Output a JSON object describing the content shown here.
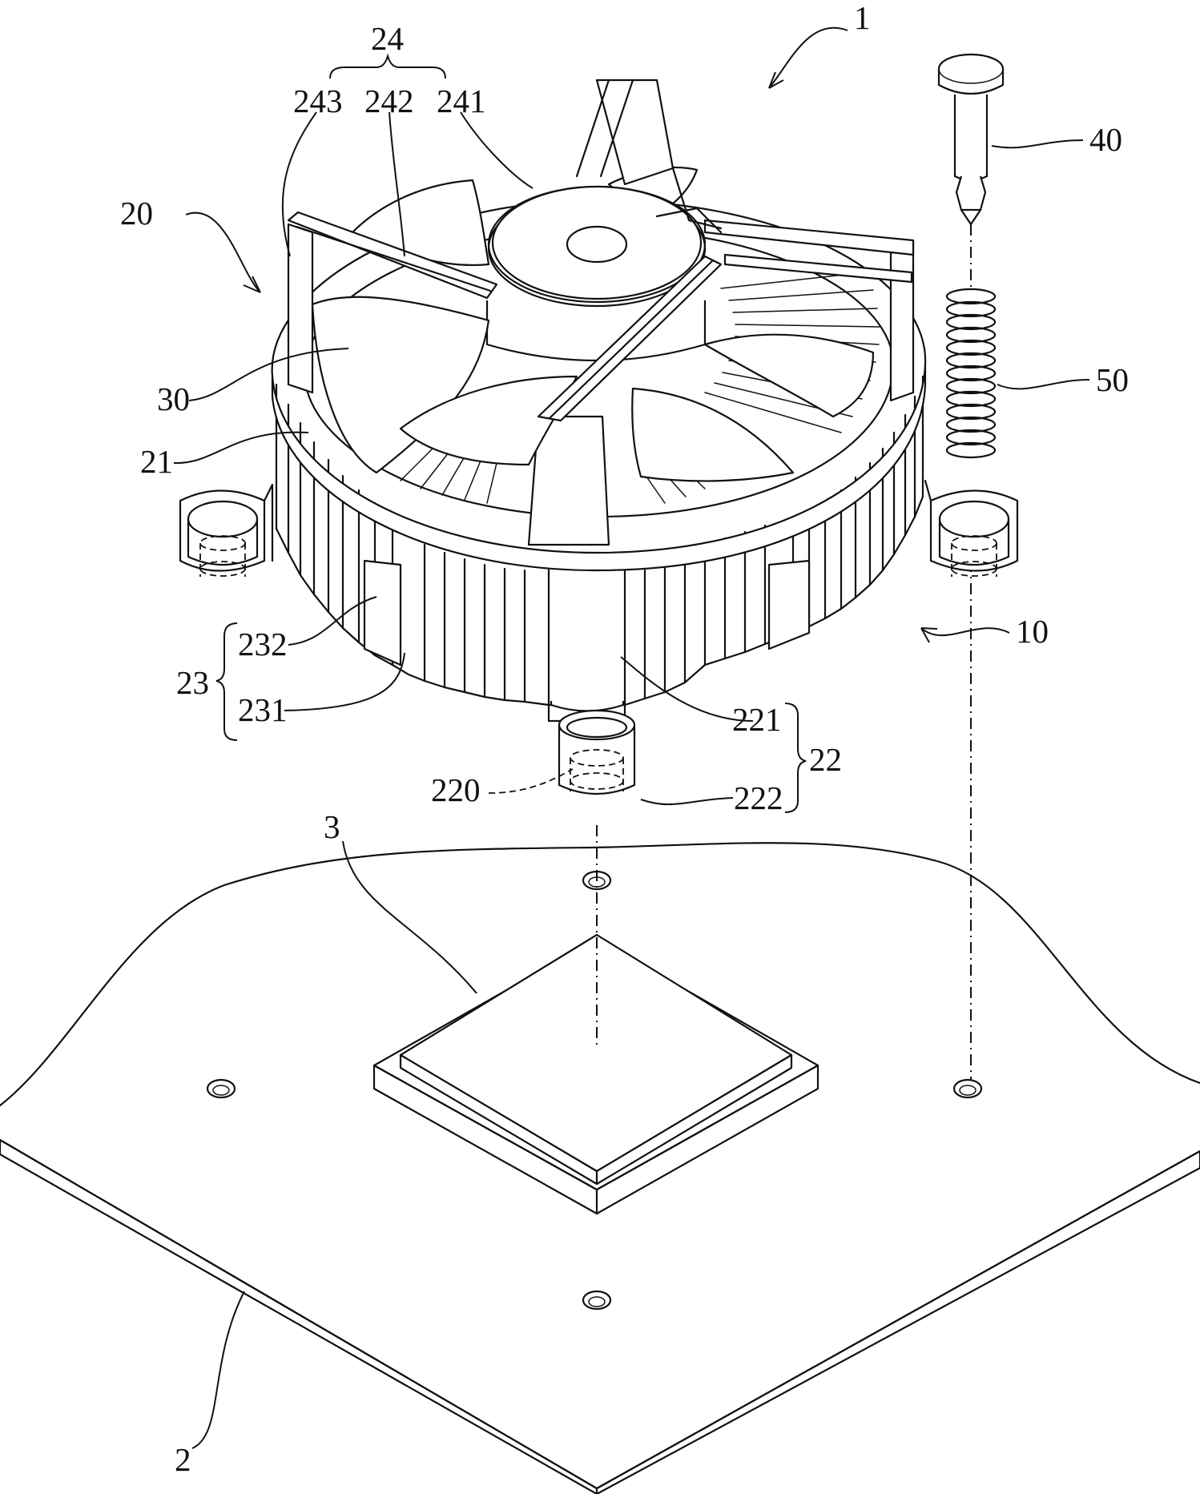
{
  "labels": {
    "l1": "1",
    "l24": "24",
    "l243": "243",
    "l242": "242",
    "l241": "241",
    "l20": "20",
    "l30": "30",
    "l21": "21",
    "l232": "232",
    "l23": "23",
    "l231": "231",
    "l40": "40",
    "l50": "50",
    "l10": "10",
    "l221": "221",
    "l22": "22",
    "l220": "220",
    "l222": "222",
    "l3": "3",
    "l2": "2"
  }
}
